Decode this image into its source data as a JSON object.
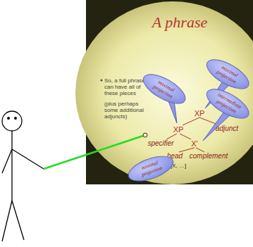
{
  "diagram": {
    "title": "A phrase",
    "nodes": [
      {
        "text": [
          "maximal projection"
        ]
      },
      {
        "text": [
          "maximal projection"
        ]
      },
      {
        "text": [
          "intermediate projection"
        ]
      },
      {
        "text": [
          "minimal projection"
        ]
      }
    ],
    "labels": [
      "So, a full phrase can have all of these pieces",
      "(plus perhaps some additional adjuncts)",
      "XP",
      "XP",
      "adjunct",
      "specifier",
      "X'",
      "head",
      "complement",
      "[X, …]"
    ]
  }
}
